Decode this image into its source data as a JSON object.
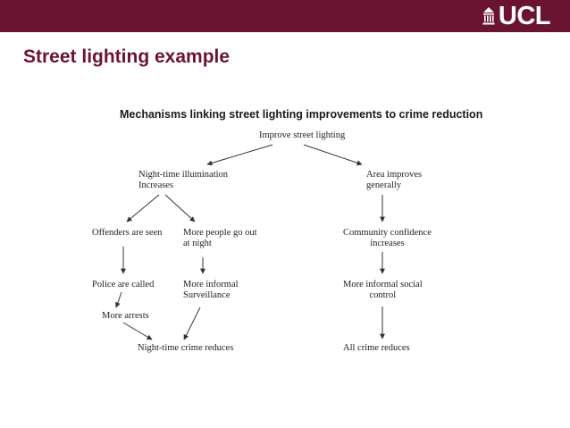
{
  "header": {
    "logo_text": "UCL",
    "brand_color": "#6a1431"
  },
  "slide": {
    "title": "Street lighting example"
  },
  "diagram": {
    "title": "Mechanisms linking street lighting improvements to crime reduction",
    "nodes": {
      "improve": [
        "Improve street lighting"
      ],
      "illumination": [
        "Night-time illumination",
        "Increases"
      ],
      "area": [
        "Area improves",
        "generally"
      ],
      "offenders": [
        "Offenders are seen"
      ],
      "people": [
        "More people go out",
        "at night"
      ],
      "confidence": [
        "Community confidence",
        "increases"
      ],
      "police": [
        "Police are called"
      ],
      "surveillance": [
        "More informal",
        "Surveillance"
      ],
      "social": [
        "More informal social",
        "control"
      ],
      "arrests": [
        "More arrests"
      ],
      "night_crime": [
        "Night-time crime reduces"
      ],
      "all_crime": [
        "All crime reduces"
      ]
    },
    "edges": [
      [
        "improve",
        "illumination"
      ],
      [
        "improve",
        "area"
      ],
      [
        "illumination",
        "offenders"
      ],
      [
        "illumination",
        "people"
      ],
      [
        "area",
        "confidence"
      ],
      [
        "offenders",
        "police"
      ],
      [
        "people",
        "surveillance"
      ],
      [
        "confidence",
        "social"
      ],
      [
        "police",
        "arrests"
      ],
      [
        "arrests",
        "night_crime"
      ],
      [
        "surveillance",
        "night_crime"
      ],
      [
        "social",
        "all_crime"
      ]
    ]
  }
}
